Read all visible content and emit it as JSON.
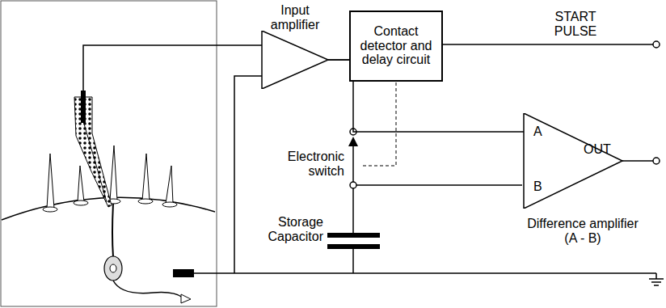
{
  "diagram": {
    "nodes": [
      {
        "text": [
          "Input amplifier"
        ]
      },
      {
        "text": [
          "Contact detector and delay circuit"
        ]
      },
      {
        "text": [
          "A",
          "B",
          "Difference amplifier (A - B)"
        ]
      }
    ],
    "edges": [
      {
        "from": 0,
        "to": 1,
        "arrow": "none"
      },
      {
        "from": 0,
        "to": 2,
        "arrow": "none"
      }
    ],
    "labels": [
      "START PULSE",
      "Electronic switch",
      "Storage Capacitor",
      "OUT"
    ]
  }
}
